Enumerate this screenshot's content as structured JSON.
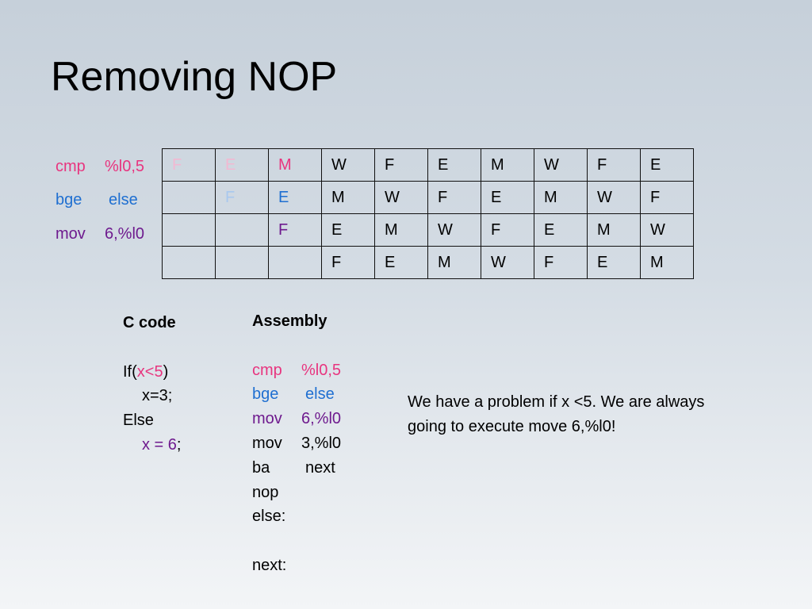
{
  "slide": {
    "title": "Removing NOP"
  },
  "colors": {
    "pink": "#e8357f",
    "blue": "#1f6fd1",
    "purple": "#6e1a8e",
    "light_pink": "#f2b8d2",
    "light_blue": "#a9c8ee",
    "black": "#000000"
  },
  "pipeline_labels": [
    {
      "op": "cmp",
      "arg": "%l0,5"
    },
    {
      "op": "bge",
      "arg": "else"
    },
    {
      "op": "mov",
      "arg": "6,%l0"
    }
  ],
  "pipeline_table": {
    "rows": [
      [
        "F",
        "E",
        "M",
        "W",
        "F",
        "E",
        "M",
        "W",
        "F",
        "E"
      ],
      [
        "",
        "F",
        "E",
        "M",
        "W",
        "F",
        "E",
        "M",
        "W",
        "F"
      ],
      [
        "",
        "",
        "F",
        "E",
        "M",
        "W",
        "F",
        "E",
        "M",
        "W"
      ],
      [
        "",
        "",
        "",
        "F",
        "E",
        "M",
        "W",
        "F",
        "E",
        "M"
      ]
    ]
  },
  "c_code": {
    "heading": "C code",
    "if_keyword": "If(",
    "if_condition": "x<5",
    "if_close": ")",
    "then_stmt": "x=3;",
    "else_keyword": "Else",
    "else_stmt": "x = 6",
    "else_semicolon": ";"
  },
  "assembly": {
    "heading": "Assembly",
    "lines": [
      {
        "op": "cmp",
        "arg": "%l0,5"
      },
      {
        "op": "bge",
        "arg": "else"
      },
      {
        "op": "mov",
        "arg": "6,%l0"
      },
      {
        "op": "mov",
        "arg": "3,%l0"
      },
      {
        "op": "ba",
        "arg": "next"
      },
      {
        "op": "nop",
        "arg": ""
      },
      {
        "op": "else:",
        "arg": ""
      },
      {
        "op": "",
        "arg": ""
      },
      {
        "op": "next:",
        "arg": ""
      }
    ]
  },
  "note": {
    "text": "We have a problem if x <5. We are always going to execute move 6,%l0!"
  }
}
